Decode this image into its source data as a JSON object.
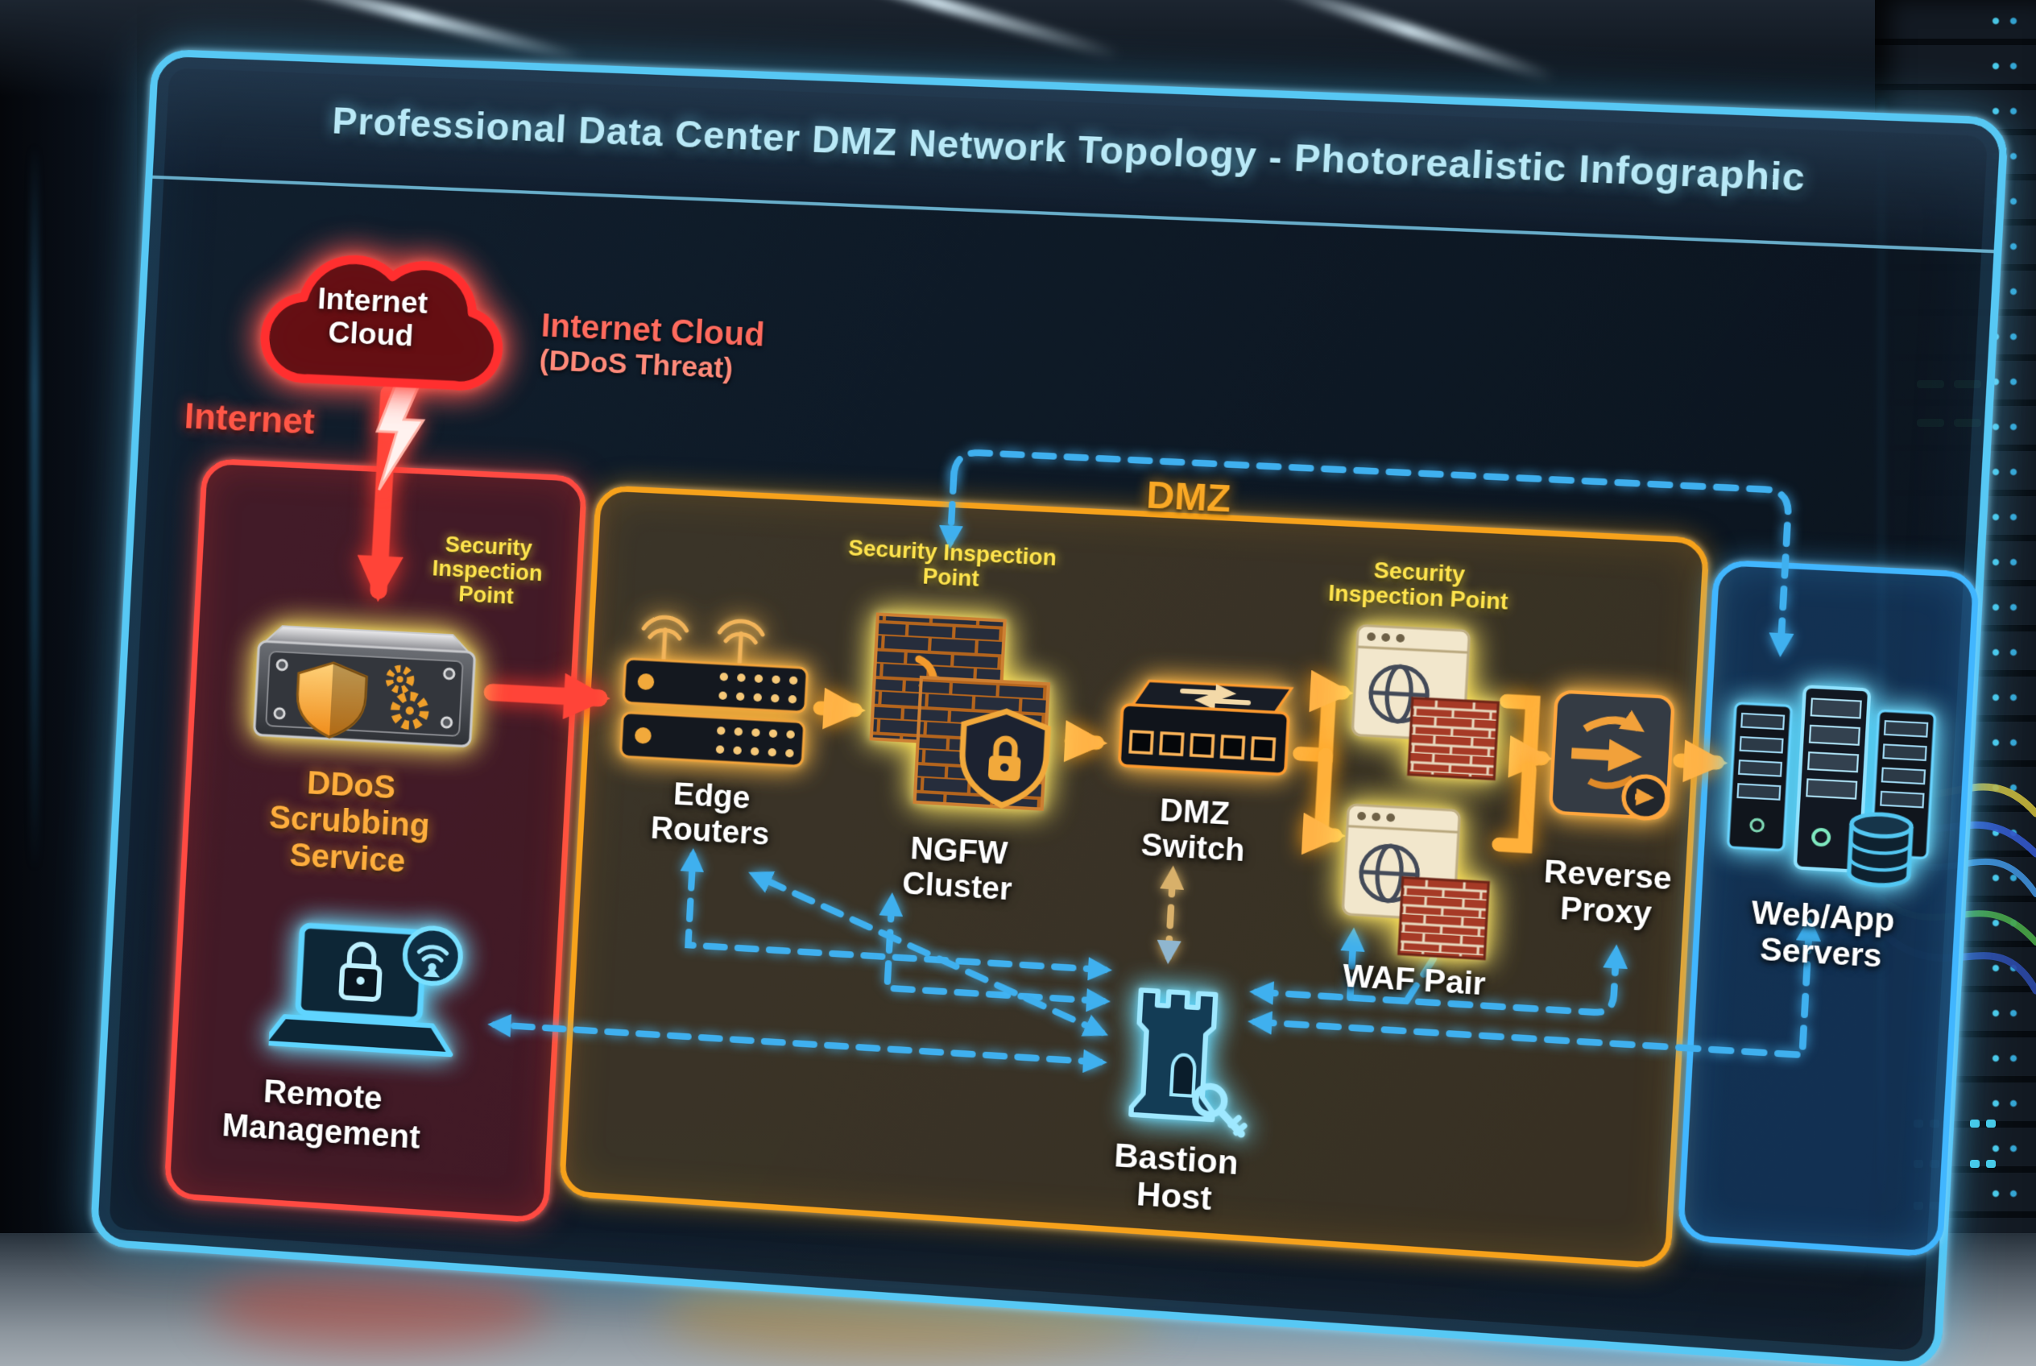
{
  "title": "Professional Data Center DMZ Network Topology - Photorealistic Infographic",
  "cloud": {
    "label": "Internet Cloud"
  },
  "threat": {
    "line1": "Internet Cloud",
    "line2": "(DDoS Threat)"
  },
  "zones": {
    "internet": {
      "label": "Internet"
    },
    "dmz": {
      "label": "DMZ"
    }
  },
  "inspection": {
    "label": "Security Inspection Point"
  },
  "nodes": {
    "ddos": {
      "label": "DDoS Scrubbing Service"
    },
    "edge": {
      "label": "Edge Routers"
    },
    "ngfw": {
      "label": "NGFW Cluster"
    },
    "dmz_switch": {
      "label": "DMZ Switch"
    },
    "waf": {
      "label": "WAF Pair"
    },
    "reverse_proxy": {
      "label": "Reverse Proxy"
    },
    "web_app": {
      "label": "Web/App Servers"
    },
    "bastion": {
      "label": "Bastion Host"
    },
    "remote": {
      "label": "Remote Management"
    }
  },
  "icons": {
    "cloud": "cloud-shape",
    "lightning": "lightning-bolt",
    "ddos_appliance": "metal-box + shield + gears",
    "edge_routers": "stacked routers with antennas",
    "ngfw": "brick firewall blocks + shield-lock",
    "dmz_switch": "switch with ports + transfer arrows",
    "waf": "browser window + globe + brick wall",
    "reverse_proxy": "square with cycling arrows",
    "web_app_servers": "server towers + database cylinder",
    "bastion": "castle tower + key",
    "remote_mgmt": "laptop + padlock + wifi badge"
  },
  "colors": {
    "panel_border": "#57c8f4",
    "internet_zone": "#ff4a42",
    "dmz_zone": "#f7a21b",
    "servers_zone": "#41b6ff",
    "flow_arrow": "#ffb03a",
    "threat_arrow": "#ff4438",
    "management_line": "#3fb0ef",
    "inspection_text": "#ffe44d",
    "title_text": "#b9e9f7"
  }
}
